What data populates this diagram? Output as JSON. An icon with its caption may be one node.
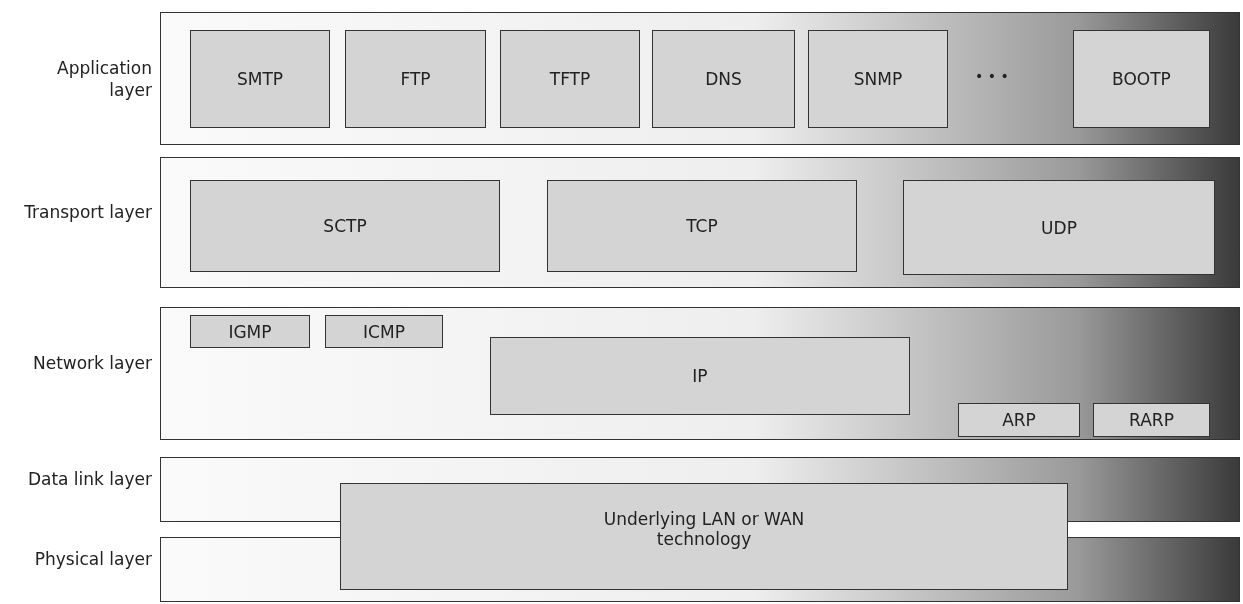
{
  "diagram": {
    "nodes": [
      {
        "text": [
          "Application layer"
        ]
      },
      {
        "text": [
          "SMTP"
        ],
        "in": 0
      },
      {
        "text": [
          "FTP"
        ],
        "in": 0
      },
      {
        "text": [
          "TFTP"
        ],
        "in": 0
      },
      {
        "text": [
          "DNS"
        ],
        "in": 0
      },
      {
        "text": [
          "SNMP"
        ],
        "in": 0
      },
      {
        "text": [
          "BOOTP"
        ],
        "in": 0
      },
      {
        "text": [
          "Transport layer"
        ]
      },
      {
        "text": [
          "SCTP"
        ],
        "in": 7
      },
      {
        "text": [
          "TCP"
        ],
        "in": 7
      },
      {
        "text": [
          "UDP"
        ],
        "in": 7
      },
      {
        "text": [
          "Network layer"
        ]
      },
      {
        "text": [
          "IGMP"
        ],
        "in": 11
      },
      {
        "text": [
          "ICMP"
        ],
        "in": 11
      },
      {
        "text": [
          "IP"
        ],
        "in": 11
      },
      {
        "text": [
          "ARP"
        ],
        "in": 11
      },
      {
        "text": [
          "RARP"
        ],
        "in": 11
      },
      {
        "text": [
          "Data link layer"
        ]
      },
      {
        "text": [
          "Physical layer"
        ]
      },
      {
        "text": [
          "Underlying LAN or WAN technology"
        ]
      }
    ],
    "edges": [],
    "labels": [
      "• • •"
    ]
  }
}
